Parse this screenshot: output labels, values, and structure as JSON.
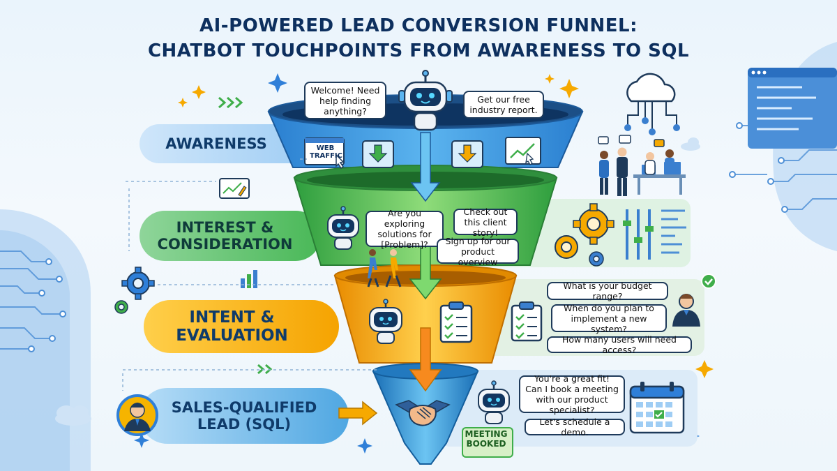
{
  "title": {
    "line1": "AI-POWERED LEAD CONVERSION FUNNEL:",
    "line2": "CHATBOT TOUCHPOINTS FROM AWARENESS TO SQL"
  },
  "stages": {
    "awareness": {
      "label": "AWARENESS"
    },
    "interest": {
      "line1": "INTEREST &",
      "line2": "CONSIDERATION"
    },
    "intent": {
      "line1": "INTENT &",
      "line2": "EVALUATION"
    },
    "sql": {
      "line1": "SALES-QUALIFIED",
      "line2": "LEAD (SQL)"
    }
  },
  "awareness_bubbles": {
    "welcome": "Welcome! Need help finding anything?",
    "report": "Get our free industry report."
  },
  "web_traffic": {
    "line1": "WEB",
    "line2": "TRAFFIC"
  },
  "interest_bubbles": {
    "exploring": "Are you exploring solutions for [Problem]?",
    "client_story": "Check out this client story!",
    "signup": "Sign up for our product overview"
  },
  "intent_questions": {
    "budget": "What is your budget range?",
    "timeline": "When do you plan to implement a new system?",
    "users": "How many users will need access?"
  },
  "sql_bubbles": {
    "great_fit": "You're a great fit! Can I book a meeting with our product specialist?",
    "schedule": "Let's schedule a demo."
  },
  "meeting_badge": {
    "line1": "MEETING",
    "line2": "BOOKED"
  },
  "colors": {
    "navy": "#0d2f5e",
    "awareness": "#2f8fd8",
    "interest": "#3fae4a",
    "intent": "#f5a300",
    "sql": "#1f86c9"
  },
  "icons": [
    "robot-icon",
    "cloud-network-icon",
    "team-icon",
    "gear-icon",
    "clipboard-icon",
    "calendar-icon",
    "handshake-icon",
    "person-icon",
    "checkmark-icon"
  ]
}
